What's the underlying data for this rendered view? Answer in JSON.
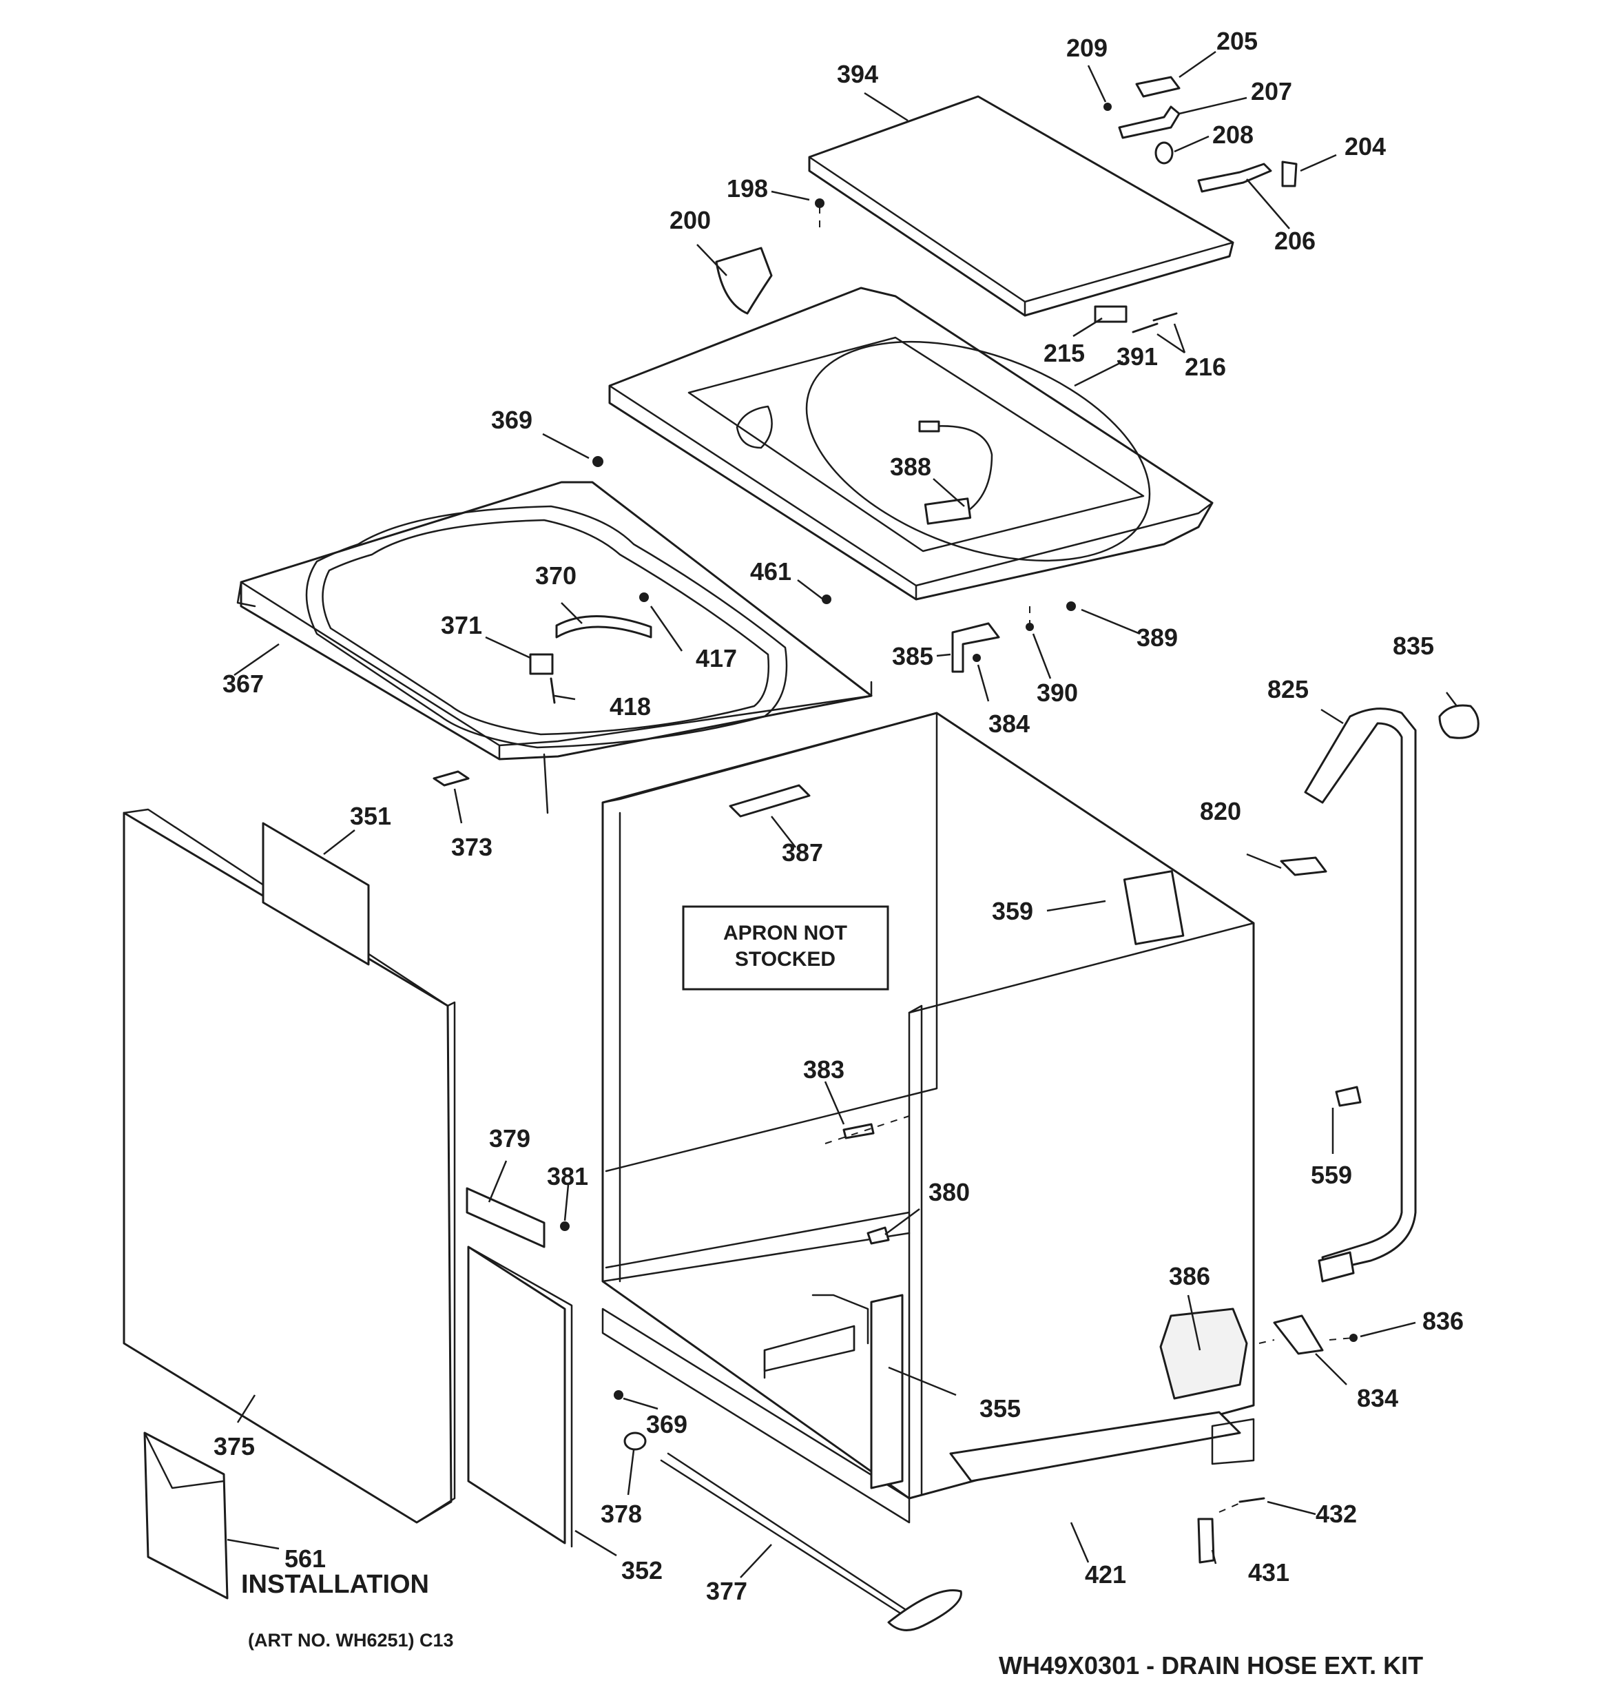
{
  "part_numbers": [
    "394",
    "209",
    "205",
    "207",
    "208",
    "204",
    "206",
    "198",
    "200",
    "215",
    "391",
    "216",
    "369",
    "388",
    "370",
    "461",
    "371",
    "417",
    "389",
    "367",
    "418",
    "385",
    "390",
    "384",
    "835",
    "825",
    "373",
    "351",
    "387",
    "820",
    "359",
    "383",
    "559",
    "379",
    "381",
    "380",
    "386",
    "836",
    "834",
    "355",
    "375",
    "369",
    "378",
    "432",
    "561",
    "352",
    "421",
    "431",
    "377"
  ],
  "notes": {
    "apron_line1": "APRON NOT",
    "apron_line2": "STOCKED",
    "installation": "INSTALLATION",
    "art_no": "(ART NO. WH6251) C13",
    "kit": "WH49X0301 - DRAIN HOSE EXT. KIT"
  }
}
